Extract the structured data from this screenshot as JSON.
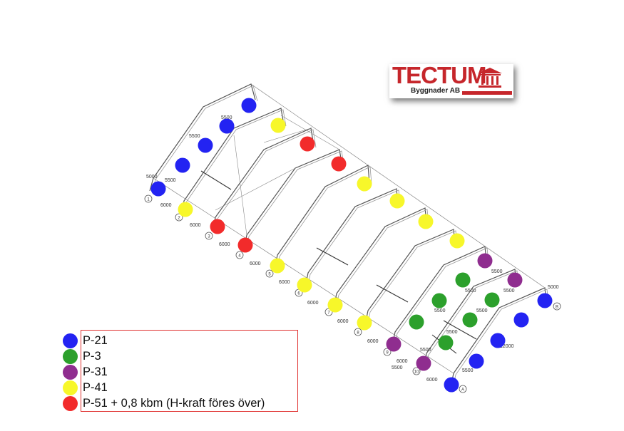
{
  "logo": {
    "name": "TECTUM",
    "tagline": "Byggnader AB"
  },
  "colors": {
    "blue": "#2323f2",
    "green": "#2ca02c",
    "purple": "#8f2d8f",
    "yellow": "#f7f72a",
    "red": "#f22b2b",
    "logo_red": "#c6262b"
  },
  "legend": [
    {
      "label": "P-21",
      "color": "#2323f2"
    },
    {
      "label": "P-3",
      "color": "#2ca02c"
    },
    {
      "label": "P-31",
      "color": "#8f2d8f"
    },
    {
      "label": "P-41",
      "color": "#f7f72a"
    },
    {
      "label": "P-51 + 0,8 kbm (H-kraft föres över)",
      "color": "#f22b2b"
    }
  ],
  "dimensions": [
    {
      "text": "5000"
    },
    {
      "text": "5500"
    },
    {
      "text": "5500"
    },
    {
      "text": "5500"
    },
    {
      "text": "6000"
    },
    {
      "text": "6000"
    },
    {
      "text": "6000"
    },
    {
      "text": "6000"
    },
    {
      "text": "6000"
    },
    {
      "text": "6000"
    },
    {
      "text": "6000"
    },
    {
      "text": "6000"
    },
    {
      "text": "6000"
    },
    {
      "text": "6000"
    },
    {
      "text": "5000"
    },
    {
      "text": "5500"
    },
    {
      "text": "5500"
    },
    {
      "text": "5500"
    },
    {
      "text": "5500"
    },
    {
      "text": "5500"
    },
    {
      "text": "5500"
    },
    {
      "text": "5500"
    },
    {
      "text": "5500"
    },
    {
      "text": "12000"
    },
    {
      "text": "5500"
    }
  ],
  "axis_markers": [
    {
      "text": "1"
    },
    {
      "text": "2"
    },
    {
      "text": "3"
    },
    {
      "text": "4"
    },
    {
      "text": "5"
    },
    {
      "text": "6"
    },
    {
      "text": "7"
    },
    {
      "text": "8"
    },
    {
      "text": "9"
    },
    {
      "text": "10"
    },
    {
      "text": "A"
    },
    {
      "text": "B"
    }
  ]
}
